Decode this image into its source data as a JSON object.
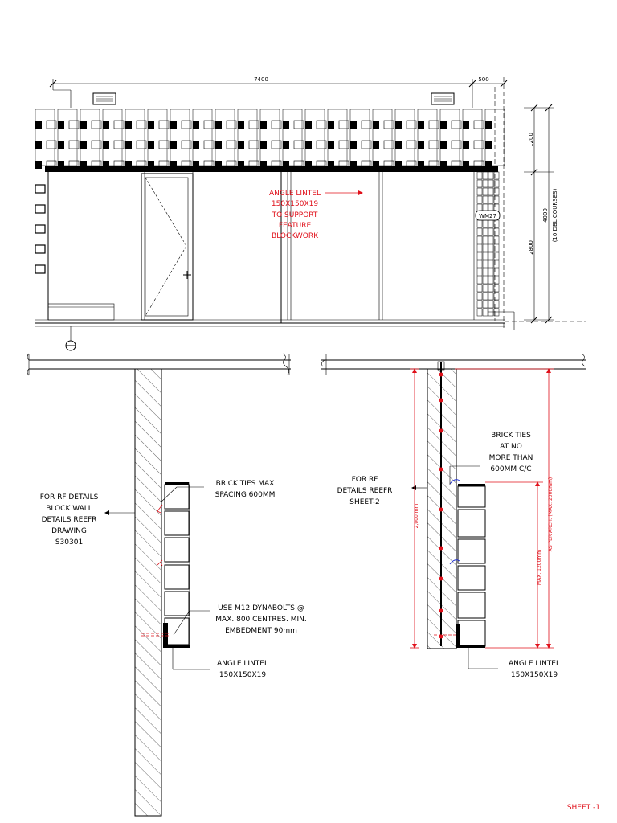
{
  "elevation": {
    "dim_length": "7400",
    "dim_offset": "500",
    "dim_upper": "1200",
    "dim_lower": "2800",
    "dim_total": "4000",
    "dim_courses": "(10 DBL COURSES)",
    "tag": "WM27",
    "note_lines": [
      "ANGLE LINTEL",
      "150X150X19",
      "TO SUPPORT",
      "FEATURE",
      "BLOCKWORK"
    ]
  },
  "section_left": {
    "note_block_wall": [
      "FOR RF DETAILS",
      "BLOCK WALL",
      "DETAILS REEFR",
      "DRAWING",
      "S30301"
    ],
    "note_brick_ties": [
      "BRICK TIES MAX",
      "SPACING 600MM"
    ],
    "note_bolts": [
      "USE M12 DYNABOLTS @",
      "MAX. 800 CENTRES. MIN.",
      "EMBEDMENT 90mm"
    ],
    "note_lintel": [
      "ANGLE LINTEL",
      "150X150X19"
    ]
  },
  "section_right": {
    "note_rf": [
      "FOR RF",
      "DETAILS REEFR",
      "SHEET-2"
    ],
    "note_brick_ties": [
      "BRICK TIES",
      "AT NO",
      "MORE THAN",
      "600MM C/C"
    ],
    "dim_total": "2,000 mm",
    "dim_arch": "AS PER ARCH. (MAX. 2000mm)",
    "dim_max": "MAX. 1200mm",
    "note_lintel": [
      "ANGLE LINTEL",
      "150X150X19"
    ]
  },
  "sheet_label": "SHEET -1"
}
